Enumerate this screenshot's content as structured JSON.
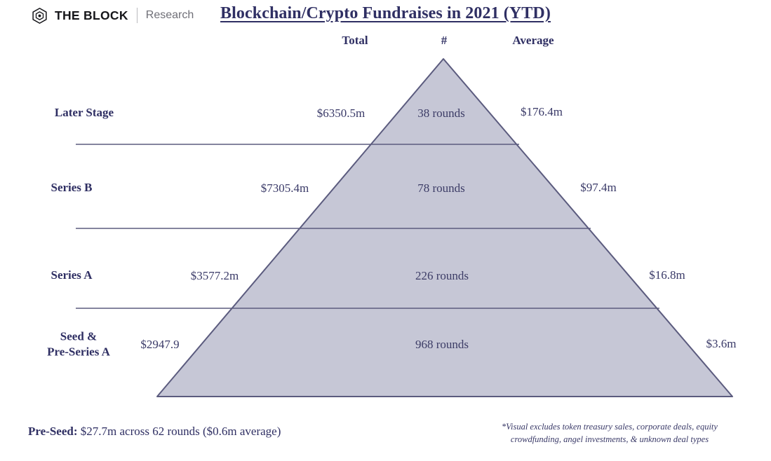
{
  "brand": {
    "logo_icon": "hexagon-block-logo",
    "name": "THE BLOCK",
    "sub": "Research"
  },
  "header": {
    "title": "Blockchain/Crypto Fundraises in 2021 (YTD)"
  },
  "columns": {
    "total": "Total",
    "count": "#",
    "average": "Average"
  },
  "footer": {
    "preseed_label": "Pre-Seed:",
    "preseed_text": " $27.7m across 62 rounds ($0.6m average)",
    "disclaimer_line1": "*Visual excludes token treasury sales, corporate deals, equity",
    "disclaimer_line2": "crowdfunding, angel investments, & unknown deal types"
  },
  "colors": {
    "pyramid_fill": "#c6c7d6",
    "pyramid_stroke": "#5b5b7e",
    "divider": "#5b5b7e",
    "text_navy": "#2f2f63"
  },
  "chart_data": {
    "type": "pie",
    "title": "Blockchain/Crypto Fundraises in 2021 (YTD)",
    "xlabel": "",
    "ylabel": "",
    "categories": [
      "Later Stage",
      "Series B",
      "Series A",
      "Seed & Pre-Series A"
    ],
    "series": [
      {
        "name": "Total",
        "values": [
          6350.5,
          7305.4,
          3577.2,
          2947.9
        ]
      },
      {
        "name": "Rounds",
        "values": [
          38,
          78,
          226,
          968
        ]
      },
      {
        "name": "Average",
        "values": [
          176.4,
          97.4,
          16.8,
          3.6
        ]
      }
    ],
    "tiers": [
      {
        "label": "Later Stage",
        "label_lines": [
          "Later Stage"
        ],
        "total": "$6350.5m",
        "count": "38 rounds",
        "average": "$176.4m"
      },
      {
        "label": "Series B",
        "label_lines": [
          "Series B"
        ],
        "total": "$7305.4m",
        "count": "78 rounds",
        "average": "$97.4m"
      },
      {
        "label": "Series A",
        "label_lines": [
          "Series A"
        ],
        "total": "$3577.2m",
        "count": "226 rounds",
        "average": "$16.8m"
      },
      {
        "label": "Seed & Pre-Series A",
        "label_lines": [
          "Seed &",
          "Pre-Series A"
        ],
        "total": "$2947.9",
        "count": "968 rounds",
        "average": "$3.6m"
      }
    ],
    "extra_tier": {
      "label": "Pre-Seed",
      "total": "$27.7m",
      "count": "62 rounds",
      "average": "$0.6m"
    },
    "annotations": [
      "*Visual excludes token treasury sales, corporate deals, equity crowdfunding, angel investments, & unknown deal types"
    ]
  }
}
